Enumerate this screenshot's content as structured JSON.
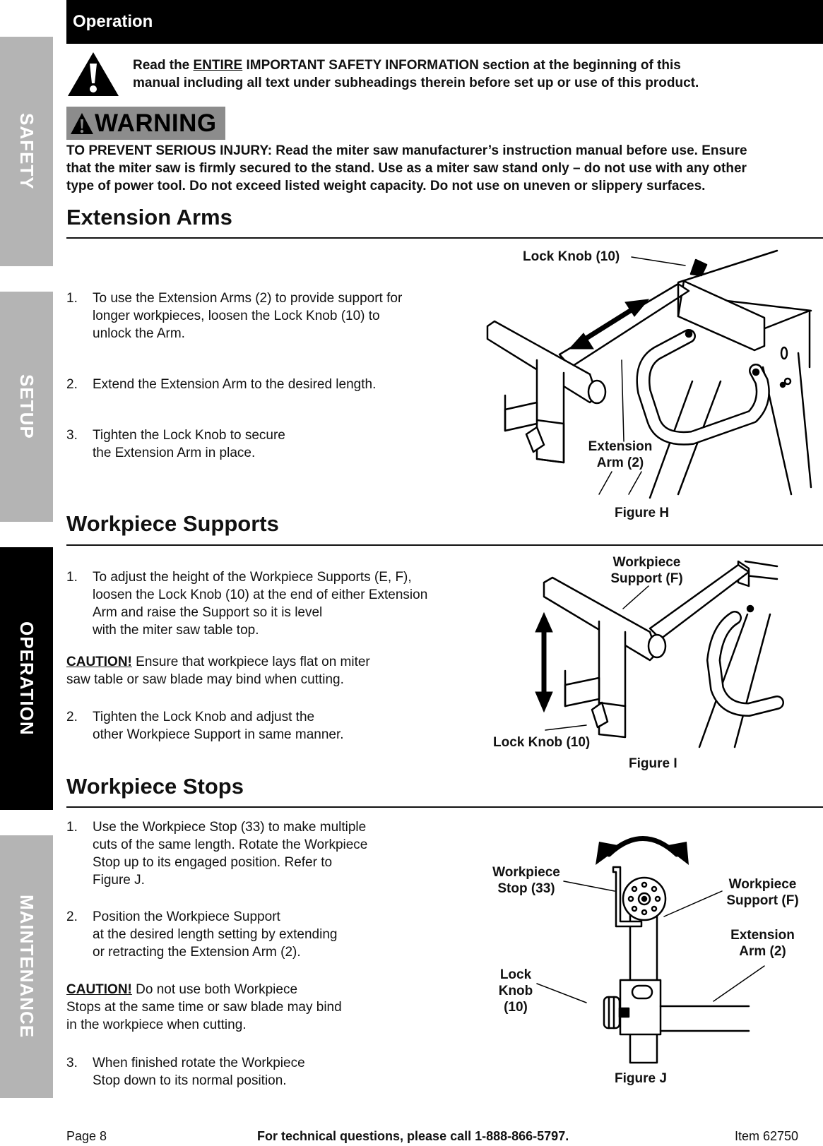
{
  "side_tabs": [
    {
      "label": "SAFETY",
      "active": false
    },
    {
      "label": "SETUP",
      "active": false
    },
    {
      "label": "OPERATION",
      "active": true
    },
    {
      "label": "MAINTENANCE",
      "active": false
    }
  ],
  "header": {
    "title": "Operation"
  },
  "safety_notice": {
    "text_before": "Read the ",
    "underlined": "ENTIRE",
    "text_after": " IMPORTANT SAFETY INFORMATION section at the beginning of this",
    "line2": "manual including all text under subheadings therein before set up or use of this product."
  },
  "warning": {
    "badge": "WARNING",
    "lines": [
      "TO PREVENT SERIOUS INJURY:  Read the miter saw manufacturer’s instruction manual before use.  Ensure",
      "that the miter saw is firmly secured to the stand.  Use as a miter saw stand only – do not use with any other",
      "type of power tool.  Do not exceed listed weight capacity.  Do not use on uneven or slippery surfaces."
    ]
  },
  "extension_arms": {
    "title": "Extension Arms",
    "steps": [
      {
        "num": "1.",
        "lines": [
          "To use the Extension Arms (2) to provide support for",
          "longer workpieces, loosen the Lock Knob (10) to",
          "unlock the Arm."
        ]
      },
      {
        "num": "2.",
        "lines": [
          "Extend the Extension Arm to the desired length."
        ]
      },
      {
        "num": "3.",
        "lines": [
          "Tighten the Lock Knob to secure",
          "the Extension Arm in place."
        ]
      }
    ],
    "figure": {
      "label": "Figure H",
      "callout_lock_knob": "Lock Knob (10)",
      "callout_arm_line1": "Extension",
      "callout_arm_line2": "Arm (2)"
    }
  },
  "workpiece_supports": {
    "title": "Workpiece Supports",
    "step1": {
      "num": "1.",
      "lines": [
        "To adjust the height of the Workpiece Supports (E, F),",
        "loosen the Lock Knob (10) at the end of either Extension",
        "Arm and raise the Support so it is level",
        "with the miter saw table top."
      ]
    },
    "caution": {
      "label": "CAUTION!",
      "line1": " Ensure that workpiece lays flat on miter",
      "line2": "saw table or saw blade may bind when cutting."
    },
    "step2": {
      "num": "2.",
      "lines": [
        "Tighten the Lock Knob and adjust the",
        "other Workpiece Support in same manner."
      ]
    },
    "figure": {
      "label": "Figure I",
      "callout_support_line1": "Workpiece",
      "callout_support_line2": "Support (F)",
      "callout_lock_knob": "Lock Knob (10)"
    }
  },
  "workpiece_stops": {
    "title": "Workpiece Stops",
    "step1": {
      "num": "1.",
      "lines": [
        "Use the Workpiece Stop (33) to make multiple",
        "cuts of the same length.  Rotate the Workpiece",
        "Stop up to its engaged position.  Refer to",
        "Figure J."
      ]
    },
    "step2": {
      "num": "2.",
      "lines": [
        "Position the Workpiece Support",
        "at the desired length setting by extending",
        "or retracting the Extension Arm (2)."
      ]
    },
    "caution": {
      "label": "CAUTION!",
      "line1": " Do not use both Workpiece",
      "line2": "Stops at the same time or saw blade may bind",
      "line3": "in the workpiece when cutting."
    },
    "step3": {
      "num": "3.",
      "lines": [
        "When finished rotate the Workpiece",
        "Stop down to its normal position."
      ]
    },
    "figure": {
      "label": "Figure J",
      "callout_stop_line1": "Workpiece",
      "callout_stop_line2": "Stop (33)",
      "callout_support_line1": "Workpiece",
      "callout_support_line2": "Support (F)",
      "callout_arm_line1": "Extension",
      "callout_arm_line2": "Arm (2)",
      "callout_knob_line1": "Lock",
      "callout_knob_line2": "Knob",
      "callout_knob_line3": "(10)"
    }
  },
  "footer": {
    "page": "Page 8",
    "phone": "For technical questions, please call 1-888-866-5797.",
    "item": "Item 62750"
  }
}
